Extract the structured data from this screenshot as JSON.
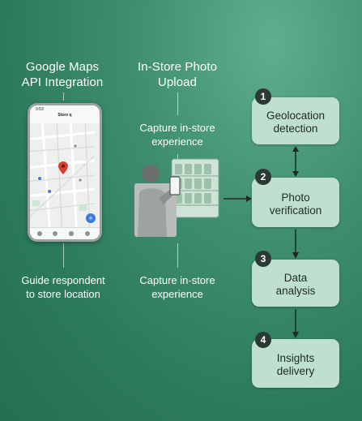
{
  "headings": {
    "maps": "Google Maps\nAPI Integration",
    "upload": "In-Store Photo\nUpload"
  },
  "captions": {
    "upload_top": "Capture in-store\nexperience",
    "maps_bottom": "Guide respondent\nto store location",
    "upload_bottom": "Capture in-store\nexperience"
  },
  "phone": {
    "status_time": "9:53",
    "app_title": "Store q"
  },
  "steps": [
    {
      "number": "1",
      "label": "Geolocation\ndetection"
    },
    {
      "number": "2",
      "label": "Photo\nverification"
    },
    {
      "number": "3",
      "label": "Data\nanalysis"
    },
    {
      "number": "4",
      "label": "Insights\ndelivery"
    }
  ],
  "icons": {
    "phone": "smartphone-map-icon",
    "person": "person-taking-photo-icon",
    "pin": "map-pin-icon",
    "arrow": "arrow-icon"
  },
  "colors": {
    "background": "#2f7d5f",
    "step_box": "#bfe0cf",
    "badge": "#2b3a34",
    "pin": "#d94032",
    "fab": "#3b7be0"
  }
}
